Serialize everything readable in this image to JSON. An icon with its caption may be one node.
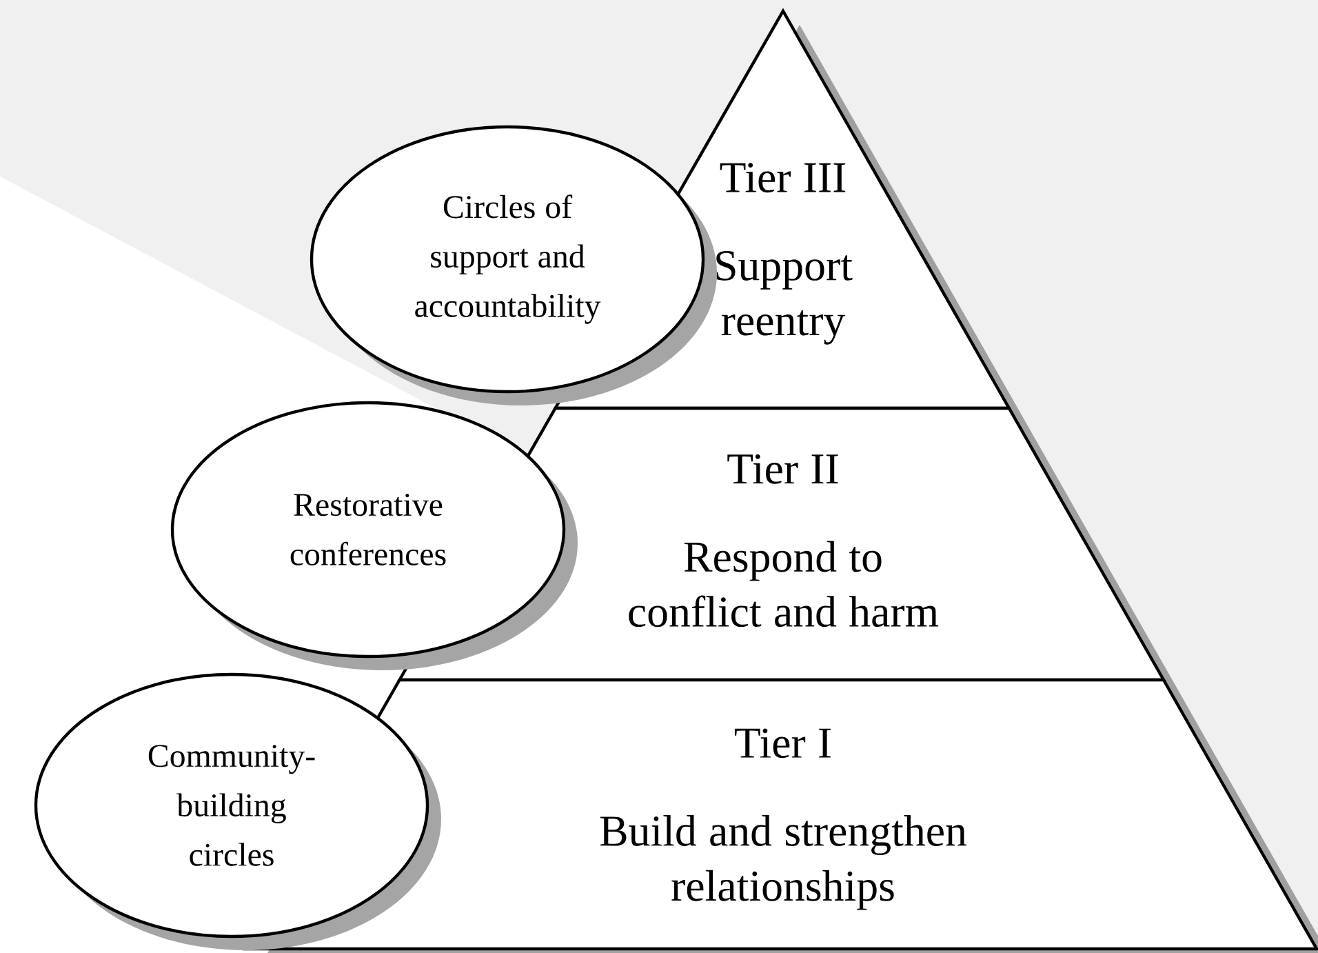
{
  "diagram": {
    "nodes": [
      {
        "text": [
          "Circles of support and accountability"
        ]
      },
      {
        "text": [
          "Tier III",
          "Support reentry"
        ]
      },
      {
        "text": [
          "Restorative conferences"
        ]
      },
      {
        "text": [
          "Tier II",
          "Respond to conflict and harm"
        ]
      },
      {
        "text": [
          "Community-building circles"
        ]
      },
      {
        "text": [
          "Tier I",
          "Build and strengthen relationships"
        ]
      }
    ]
  }
}
